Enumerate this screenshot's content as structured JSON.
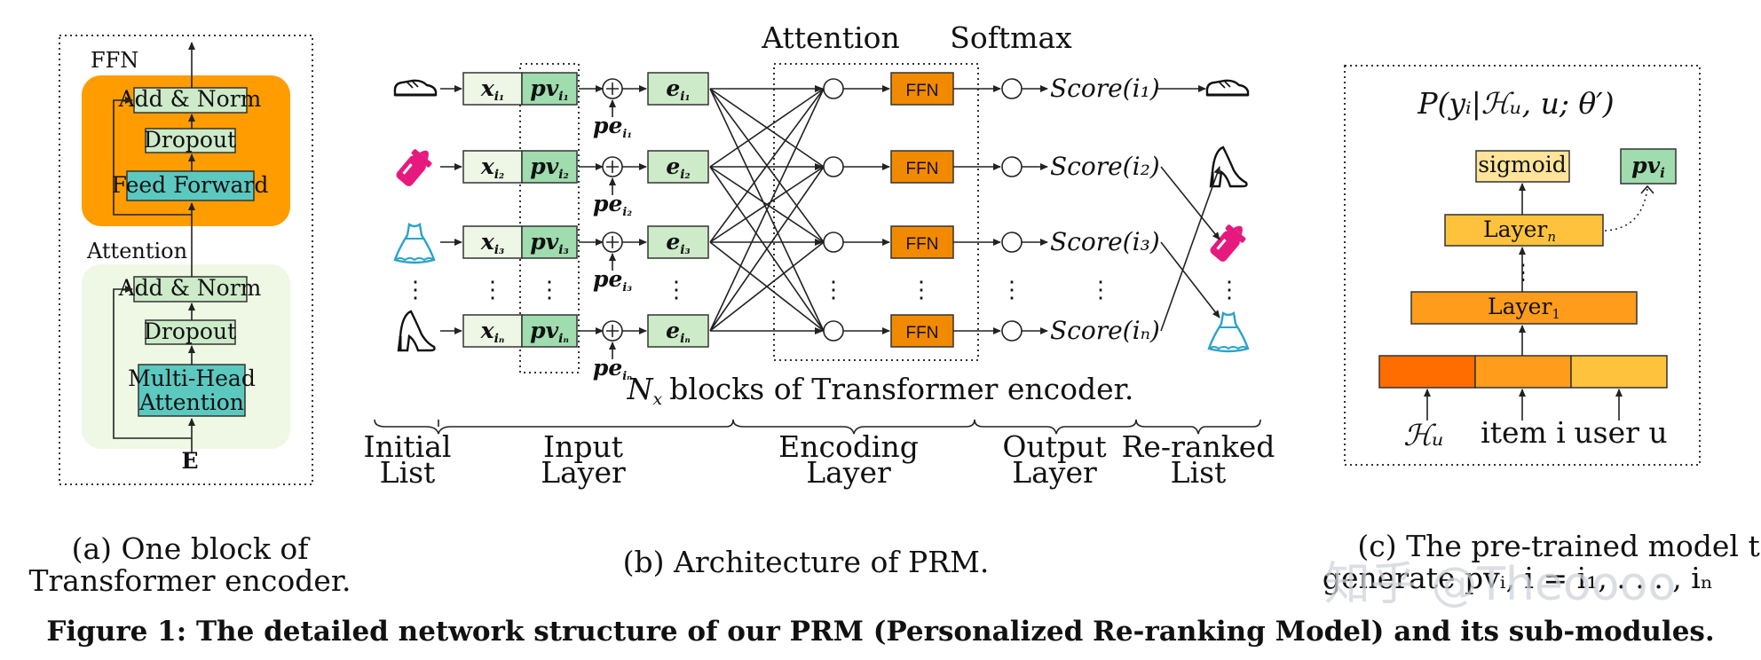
{
  "colors": {
    "orange": "#ff9c00",
    "ffn_orange": "#f28a00",
    "light_green_box": "#cdebc9",
    "light_green_panel": "#eef8e4",
    "teal": "#5cc9c1",
    "pv_green": "#9fdcae",
    "input_fill": "#eef6e6",
    "sigmoid": "#ffe49a",
    "layern": "#ffc23c",
    "seg1": "#ff6d00",
    "seg2": "#ff9c1c",
    "seg3": "#ffc23c",
    "pink": "#e6197e",
    "cyan": "#2aa3c9"
  },
  "panel_a": {
    "ffn_label": "FFN",
    "add_norm_top": "Add & Norm",
    "dropout_top": "Dropout",
    "feed_forward": "Feed Forward",
    "attention_label": "Attention",
    "add_norm_bottom": "Add & Norm",
    "dropout_bottom": "Dropout",
    "mha_line1": "Multi-Head",
    "mha_line2": "Attention",
    "input_label": "E",
    "caption_line1": "(a) One block of",
    "caption_line2": "Transformer encoder."
  },
  "panel_b": {
    "attention_header": "Attention",
    "softmax_header": "Softmax",
    "rows": [
      {
        "item": "shoe-icon",
        "x_sub": "i₁",
        "pv_sub": "i₁",
        "pe_sub": "i₁",
        "e_sub": "i₁",
        "ffn": "FFN",
        "score_arg": "i₁"
      },
      {
        "item": "bottle-icon",
        "x_sub": "i₂",
        "pv_sub": "i₂",
        "pe_sub": "i₂",
        "e_sub": "i₂",
        "ffn": "FFN",
        "score_arg": "i₂"
      },
      {
        "item": "dress-icon",
        "x_sub": "i₃",
        "pv_sub": "i₃",
        "pe_sub": "i₃",
        "e_sub": "i₃",
        "ffn": "FFN",
        "score_arg": "i₃"
      },
      {
        "item": "heel-icon",
        "x_sub": "iₙ",
        "pv_sub": "iₙ",
        "pe_sub": "iₙ",
        "e_sub": "iₙ",
        "ffn": "FFN",
        "score_arg": "iₙ"
      }
    ],
    "x_base": "x",
    "pv_base": "pv",
    "pe_base": "pe",
    "e_base": "e",
    "score_prefix": "Score(",
    "score_suffix": ")",
    "blocks_label_n": "N",
    "blocks_label_sub": "x",
    "blocks_label_rest": "blocks of Transformer encoder.",
    "reranked": [
      "shoe-icon",
      "heel-icon",
      "bottle-icon",
      "dress-icon"
    ],
    "sections": [
      {
        "line1": "Initial",
        "line2": "List"
      },
      {
        "line1": "Input",
        "line2": "Layer"
      },
      {
        "line1": "Encoding",
        "line2": "Layer"
      },
      {
        "line1": "Output",
        "line2": "Layer"
      },
      {
        "line1": "Re-ranked",
        "line2": "List"
      }
    ],
    "caption": "(b) Architecture of PRM."
  },
  "panel_c": {
    "output": "P(yᵢ|ℋᵤ, u; θ′)",
    "sigmoid": "sigmoid",
    "layern_base": "Layer",
    "layern_sub": "n",
    "layer1_base": "Layer",
    "layer1_sub": "1",
    "pv_base": "pv",
    "pv_sub": "i",
    "input_h": "ℋᵤ",
    "input_item": "item i",
    "input_user": "user u",
    "caption_line1": "(c) The pre-trained model to",
    "caption_line2": "generate pvᵢ, i = i₁, . . . , iₙ"
  },
  "figure_caption": "Figure 1: The detailed network structure of our PRM (Personalized Re-ranking Model) and its sub-modules.",
  "watermark": "知乎 @Theoooo"
}
